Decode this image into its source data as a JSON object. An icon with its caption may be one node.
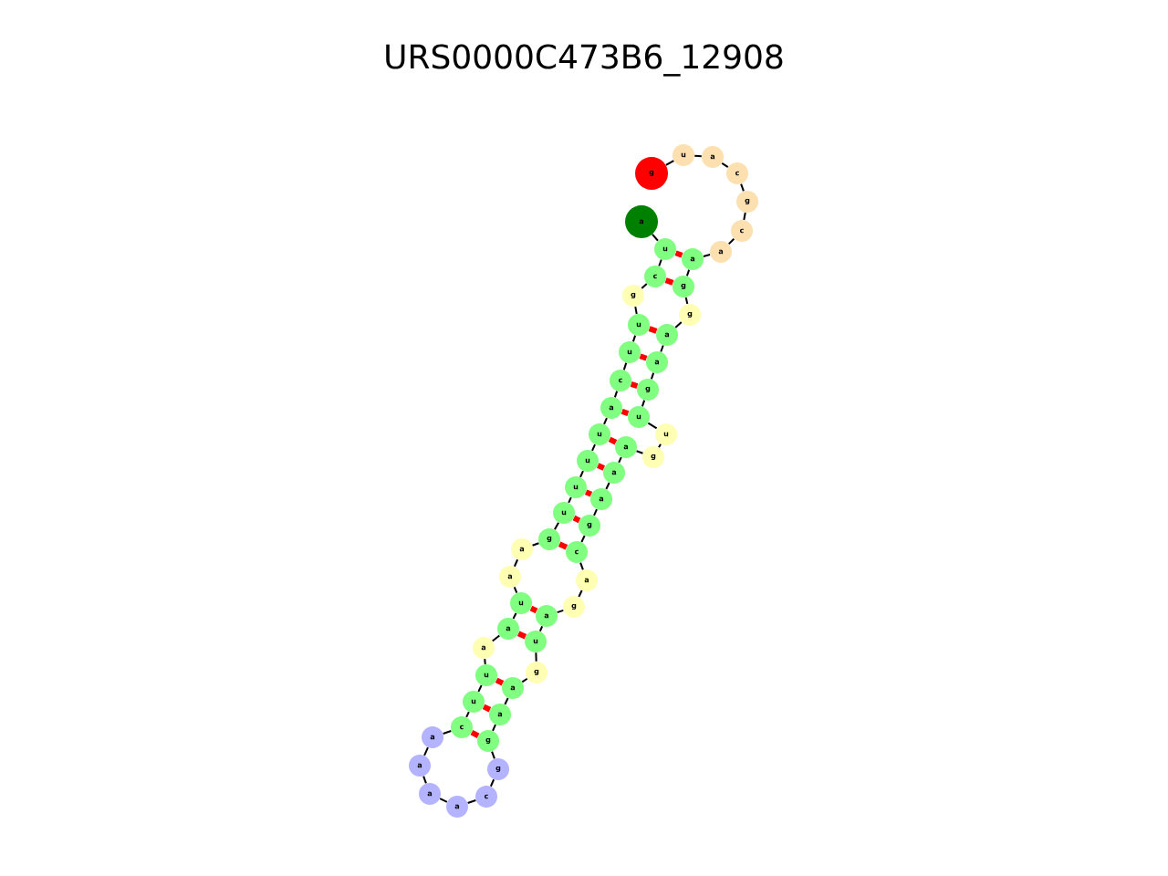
{
  "diagram": {
    "title": "URS0000C473B6_12908",
    "nodes": [
      {
        "text": [
          "a"
        ]
      },
      {
        "text": [
          "u"
        ]
      },
      {
        "text": [
          "c"
        ]
      },
      {
        "text": [
          "g"
        ]
      },
      {
        "text": [
          "u"
        ]
      },
      {
        "text": [
          "u"
        ]
      },
      {
        "text": [
          "c"
        ]
      },
      {
        "text": [
          "a"
        ]
      },
      {
        "text": [
          "u"
        ]
      },
      {
        "text": [
          "u"
        ]
      },
      {
        "text": [
          "u"
        ]
      },
      {
        "text": [
          "u"
        ]
      },
      {
        "text": [
          "g"
        ]
      },
      {
        "text": [
          "a"
        ]
      },
      {
        "text": [
          "a"
        ]
      },
      {
        "text": [
          "u"
        ]
      },
      {
        "text": [
          "a"
        ]
      },
      {
        "text": [
          "a"
        ]
      },
      {
        "text": [
          "u"
        ]
      },
      {
        "text": [
          "u"
        ]
      },
      {
        "text": [
          "c"
        ]
      },
      {
        "text": [
          "a"
        ]
      },
      {
        "text": [
          "a"
        ]
      },
      {
        "text": [
          "a"
        ]
      },
      {
        "text": [
          "a"
        ]
      },
      {
        "text": [
          "c"
        ]
      },
      {
        "text": [
          "g"
        ]
      },
      {
        "text": [
          "g"
        ]
      },
      {
        "text": [
          "a"
        ]
      },
      {
        "text": [
          "a"
        ]
      },
      {
        "text": [
          "g"
        ]
      },
      {
        "text": [
          "u"
        ]
      },
      {
        "text": [
          "a"
        ]
      },
      {
        "text": [
          "g"
        ]
      },
      {
        "text": [
          "a"
        ]
      },
      {
        "text": [
          "c"
        ]
      },
      {
        "text": [
          "g"
        ]
      },
      {
        "text": [
          "a"
        ]
      },
      {
        "text": [
          "a"
        ]
      },
      {
        "text": [
          "a"
        ]
      },
      {
        "text": [
          "g"
        ]
      },
      {
        "text": [
          "u"
        ]
      },
      {
        "text": [
          "u"
        ]
      },
      {
        "text": [
          "g"
        ]
      },
      {
        "text": [
          "a"
        ]
      },
      {
        "text": [
          "a"
        ]
      },
      {
        "text": [
          "g"
        ]
      },
      {
        "text": [
          "g"
        ]
      },
      {
        "text": [
          "a"
        ]
      },
      {
        "text": [
          "a"
        ]
      },
      {
        "text": [
          "c"
        ]
      },
      {
        "text": [
          "g"
        ]
      },
      {
        "text": [
          "c"
        ]
      },
      {
        "text": [
          "a"
        ]
      },
      {
        "text": [
          "u"
        ]
      },
      {
        "text": [
          "g"
        ]
      }
    ],
    "edges": [
      {
        "from": 0,
        "to": 1,
        "arrow": "none"
      },
      {
        "from": 1,
        "to": 2,
        "arrow": "none"
      },
      {
        "from": 2,
        "to": 3,
        "arrow": "none"
      },
      {
        "from": 3,
        "to": 4,
        "arrow": "none"
      },
      {
        "from": 4,
        "to": 5,
        "arrow": "none"
      },
      {
        "from": 5,
        "to": 6,
        "arrow": "none"
      },
      {
        "from": 6,
        "to": 7,
        "arrow": "none"
      },
      {
        "from": 7,
        "to": 8,
        "arrow": "none"
      },
      {
        "from": 8,
        "to": 9,
        "arrow": "none"
      },
      {
        "from": 9,
        "to": 10,
        "arrow": "none"
      },
      {
        "from": 10,
        "to": 11,
        "arrow": "none"
      },
      {
        "from": 11,
        "to": 12,
        "arrow": "none"
      },
      {
        "from": 12,
        "to": 13,
        "arrow": "none"
      },
      {
        "from": 13,
        "to": 14,
        "arrow": "none"
      },
      {
        "from": 14,
        "to": 15,
        "arrow": "none"
      },
      {
        "from": 15,
        "to": 16,
        "arrow": "none"
      },
      {
        "from": 16,
        "to": 17,
        "arrow": "none"
      },
      {
        "from": 17,
        "to": 18,
        "arrow": "none"
      },
      {
        "from": 18,
        "to": 19,
        "arrow": "none"
      },
      {
        "from": 19,
        "to": 20,
        "arrow": "none"
      },
      {
        "from": 20,
        "to": 21,
        "arrow": "none"
      },
      {
        "from": 21,
        "to": 22,
        "arrow": "none"
      },
      {
        "from": 22,
        "to": 23,
        "arrow": "none"
      },
      {
        "from": 23,
        "to": 24,
        "arrow": "none"
      },
      {
        "from": 24,
        "to": 25,
        "arrow": "none"
      },
      {
        "from": 25,
        "to": 26,
        "arrow": "none"
      },
      {
        "from": 26,
        "to": 27,
        "arrow": "none"
      },
      {
        "from": 27,
        "to": 28,
        "arrow": "none"
      },
      {
        "from": 28,
        "to": 29,
        "arrow": "none"
      },
      {
        "from": 29,
        "to": 30,
        "arrow": "none"
      },
      {
        "from": 30,
        "to": 31,
        "arrow": "none"
      },
      {
        "from": 31,
        "to": 32,
        "arrow": "none"
      },
      {
        "from": 32,
        "to": 33,
        "arrow": "none"
      },
      {
        "from": 33,
        "to": 34,
        "arrow": "none"
      },
      {
        "from": 34,
        "to": 35,
        "arrow": "none"
      },
      {
        "from": 35,
        "to": 36,
        "arrow": "none"
      },
      {
        "from": 36,
        "to": 37,
        "arrow": "none"
      },
      {
        "from": 37,
        "to": 38,
        "arrow": "none"
      },
      {
        "from": 38,
        "to": 39,
        "arrow": "none"
      },
      {
        "from": 39,
        "to": 40,
        "arrow": "none"
      },
      {
        "from": 40,
        "to": 41,
        "arrow": "none"
      },
      {
        "from": 41,
        "to": 42,
        "arrow": "none"
      },
      {
        "from": 42,
        "to": 43,
        "arrow": "none"
      },
      {
        "from": 43,
        "to": 44,
        "arrow": "none"
      },
      {
        "from": 44,
        "to": 45,
        "arrow": "none"
      },
      {
        "from": 45,
        "to": 46,
        "arrow": "none"
      },
      {
        "from": 46,
        "to": 47,
        "arrow": "none"
      },
      {
        "from": 47,
        "to": 48,
        "arrow": "none"
      },
      {
        "from": 48,
        "to": 49,
        "arrow": "none"
      },
      {
        "from": 49,
        "to": 50,
        "arrow": "none"
      },
      {
        "from": 50,
        "to": 51,
        "arrow": "none"
      },
      {
        "from": 51,
        "to": 52,
        "arrow": "none"
      },
      {
        "from": 52,
        "to": 53,
        "arrow": "none"
      },
      {
        "from": 53,
        "to": 54,
        "arrow": "none"
      },
      {
        "from": 54,
        "to": 55,
        "arrow": "none"
      },
      {
        "from": 1,
        "to": 48,
        "arrow": "none",
        "style": "thick",
        "color": "#ff0000"
      },
      {
        "from": 2,
        "to": 47,
        "arrow": "none",
        "style": "thick",
        "color": "#ff0000"
      },
      {
        "from": 4,
        "to": 45,
        "arrow": "none",
        "style": "thick",
        "color": "#ff0000"
      },
      {
        "from": 5,
        "to": 44,
        "arrow": "none",
        "style": "thick",
        "color": "#ff0000"
      },
      {
        "from": 6,
        "to": 43,
        "arrow": "none",
        "style": "thick",
        "color": "#ff0000"
      },
      {
        "from": 7,
        "to": 42,
        "arrow": "none",
        "style": "thick",
        "color": "#ff0000"
      },
      {
        "from": 8,
        "to": 39,
        "arrow": "none",
        "style": "thick",
        "color": "#ff0000"
      },
      {
        "from": 9,
        "to": 38,
        "arrow": "none",
        "style": "thick",
        "color": "#ff0000"
      },
      {
        "from": 10,
        "to": 37,
        "arrow": "none",
        "style": "thick",
        "color": "#ff0000"
      },
      {
        "from": 11,
        "to": 36,
        "arrow": "none",
        "style": "thick",
        "color": "#ff0000"
      },
      {
        "from": 12,
        "to": 35,
        "arrow": "none",
        "style": "thick",
        "color": "#ff0000"
      },
      {
        "from": 15,
        "to": 32,
        "arrow": "none",
        "style": "thick",
        "color": "#ff0000"
      },
      {
        "from": 16,
        "to": 31,
        "arrow": "none",
        "style": "thick",
        "color": "#ff0000"
      },
      {
        "from": 18,
        "to": 29,
        "arrow": "none",
        "style": "thick",
        "color": "#ff0000"
      },
      {
        "from": 19,
        "to": 28,
        "arrow": "none",
        "style": "thick",
        "color": "#ff0000"
      },
      {
        "from": 20,
        "to": 27,
        "arrow": "none",
        "style": "thick",
        "color": "#ff0000"
      }
    ]
  }
}
